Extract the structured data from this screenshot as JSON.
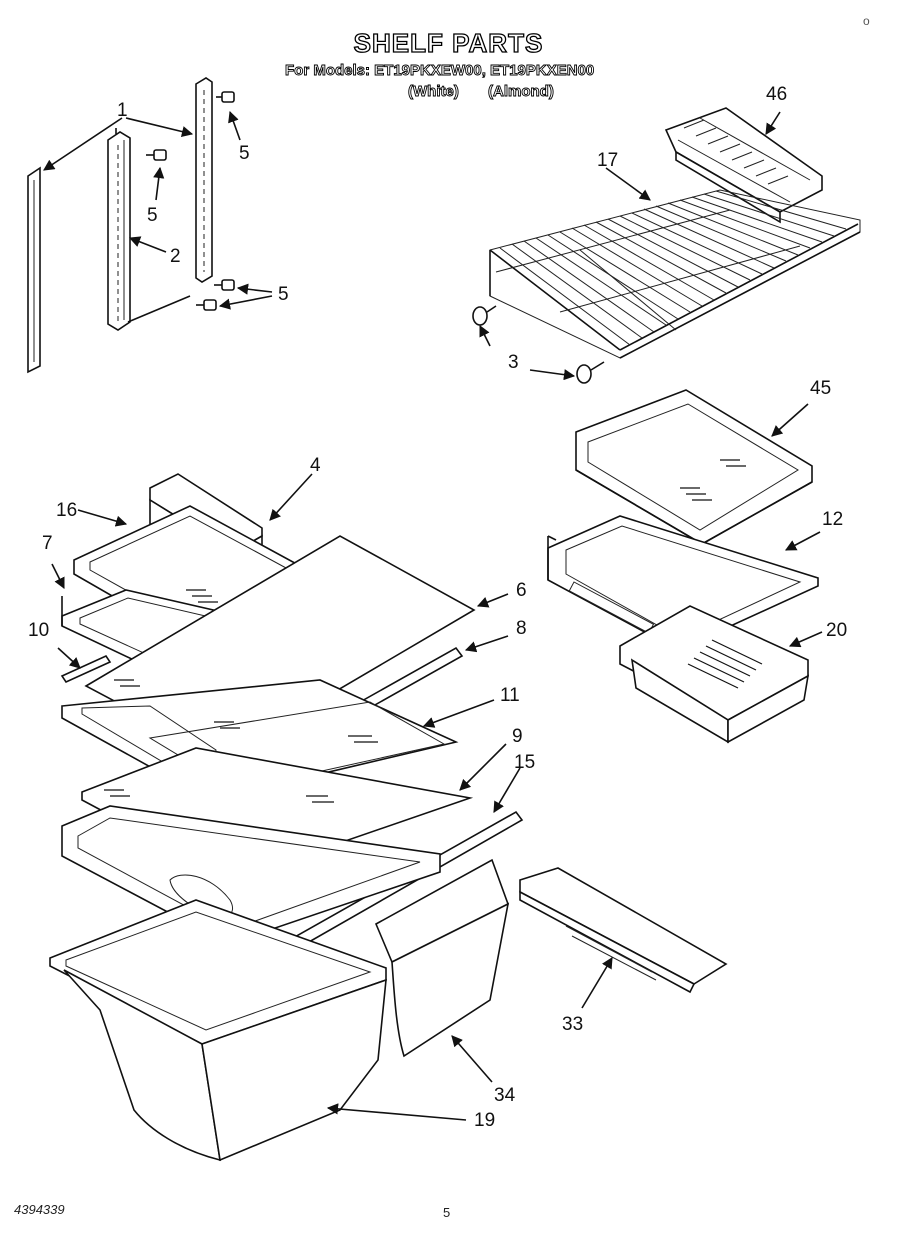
{
  "header": {
    "title": "SHELF PARTS",
    "models_line": "For Models: ET19PKXEW00, ET19PKXEN00",
    "color_white": "(White)",
    "color_almond": "(Almond)"
  },
  "callouts": [
    "1",
    "5",
    "5",
    "2",
    "5",
    "46",
    "17",
    "3",
    "4",
    "16",
    "7",
    "6",
    "8",
    "10",
    "11",
    "9",
    "15",
    "45",
    "12",
    "20",
    "33",
    "34",
    "19"
  ],
  "footer": {
    "doc_number": "4394339",
    "page_number": "5"
  }
}
